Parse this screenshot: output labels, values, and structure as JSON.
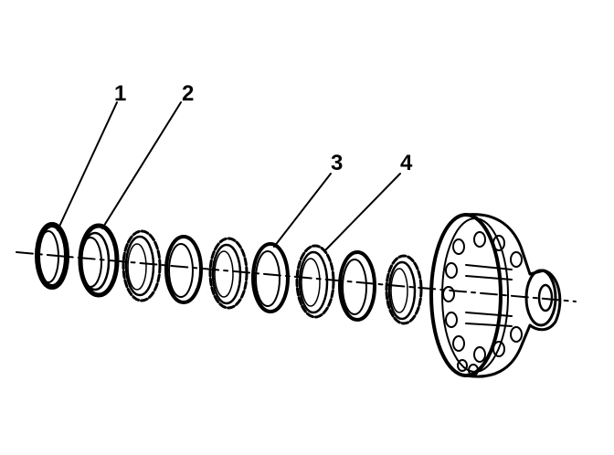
{
  "diagram": {
    "callouts": [
      {
        "id": "1",
        "label": "1"
      },
      {
        "id": "2",
        "label": "2"
      },
      {
        "id": "3",
        "label": "3"
      },
      {
        "id": "4",
        "label": "4"
      }
    ],
    "parts": [
      "ring",
      "ring",
      "plate",
      "ring",
      "plate",
      "ring",
      "plate",
      "ring",
      "plate",
      "hub"
    ]
  }
}
